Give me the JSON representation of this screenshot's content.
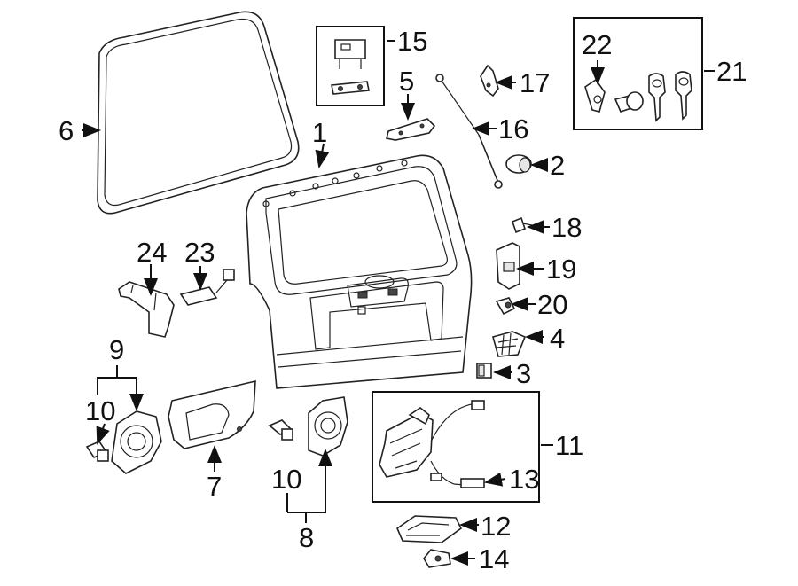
{
  "callouts": {
    "c1": "1",
    "c2": "2",
    "c3": "3",
    "c4": "4",
    "c5": "5",
    "c6": "6",
    "c7": "7",
    "c8": "8",
    "c9": "9",
    "c10a": "10",
    "c10b": "10",
    "c11": "11",
    "c12": "12",
    "c13": "13",
    "c14": "14",
    "c15": "15",
    "c16": "16",
    "c17": "17",
    "c18": "18",
    "c19": "19",
    "c20": "20",
    "c21": "21",
    "c22": "22",
    "c23": "23",
    "c24": "24"
  }
}
